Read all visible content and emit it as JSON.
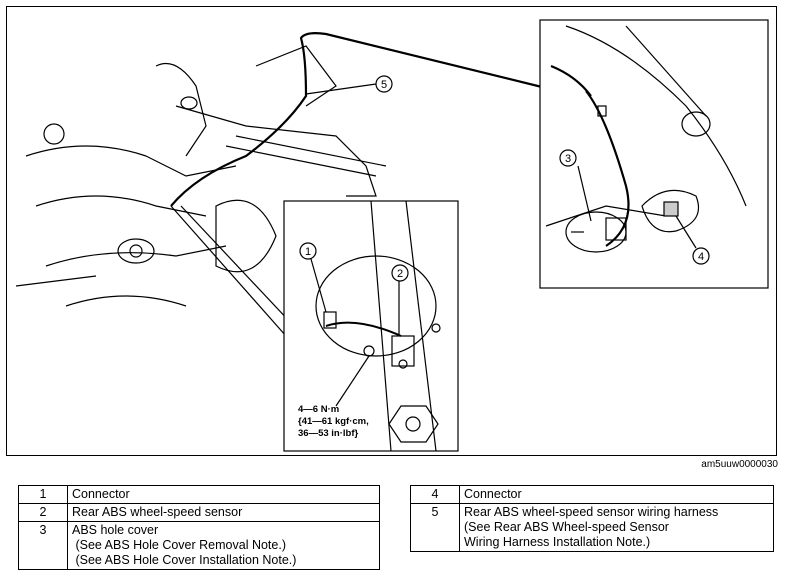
{
  "figure": {
    "id": "am5uuw0000030",
    "callouts": [
      "1",
      "2",
      "3",
      "4",
      "5"
    ],
    "torque": {
      "line1": "4—6 N·m",
      "line2": "{41—61 kgf·cm,",
      "line3": "36—53 in·lbf}"
    }
  },
  "legend_left": [
    {
      "num": "1",
      "lines": [
        "Connector"
      ]
    },
    {
      "num": "2",
      "lines": [
        "Rear ABS wheel-speed sensor"
      ]
    },
    {
      "num": "3",
      "lines": [
        "ABS hole cover",
        " (See ABS Hole Cover Removal Note.)",
        " (See ABS Hole Cover Installation Note.)"
      ]
    }
  ],
  "legend_right": [
    {
      "num": "4",
      "lines": [
        "Connector"
      ]
    },
    {
      "num": "5",
      "lines": [
        "Rear ABS wheel-speed sensor wiring harness",
        "(See Rear ABS Wheel-speed Sensor",
        "Wiring Harness Installation Note.)"
      ]
    }
  ]
}
